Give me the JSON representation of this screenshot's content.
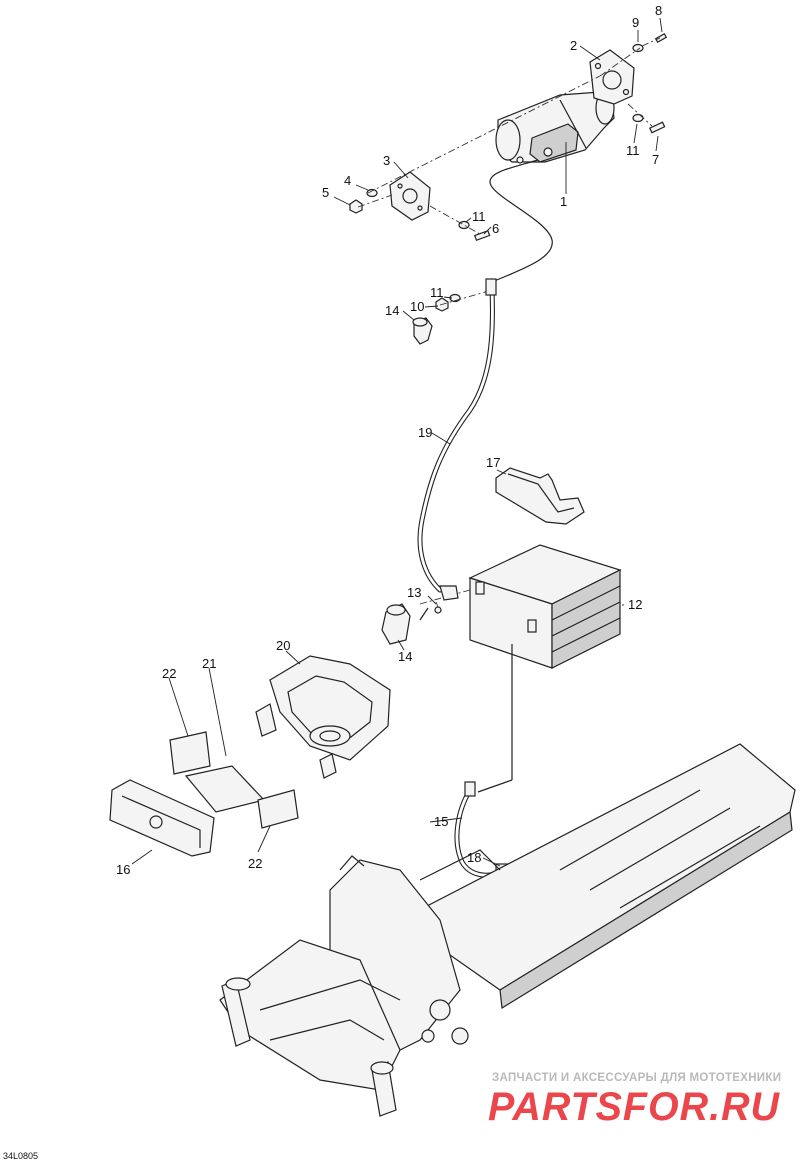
{
  "diagram": {
    "drawing_code": "34L0805",
    "callouts": [
      {
        "id": "c1",
        "label": "1"
      },
      {
        "id": "c2",
        "label": "2"
      },
      {
        "id": "c3",
        "label": "3"
      },
      {
        "id": "c4",
        "label": "4"
      },
      {
        "id": "c5",
        "label": "5"
      },
      {
        "id": "c6",
        "label": "6"
      },
      {
        "id": "c7",
        "label": "7"
      },
      {
        "id": "c8",
        "label": "8"
      },
      {
        "id": "c9",
        "label": "9"
      },
      {
        "id": "c10",
        "label": "10"
      },
      {
        "id": "c11a",
        "label": "11"
      },
      {
        "id": "c11b",
        "label": "11"
      },
      {
        "id": "c11c",
        "label": "11"
      },
      {
        "id": "c12",
        "label": "12"
      },
      {
        "id": "c13",
        "label": "13"
      },
      {
        "id": "c14a",
        "label": "14"
      },
      {
        "id": "c14b",
        "label": "14"
      },
      {
        "id": "c15",
        "label": "15"
      },
      {
        "id": "c16",
        "label": "16"
      },
      {
        "id": "c17",
        "label": "17"
      },
      {
        "id": "c18",
        "label": "18"
      },
      {
        "id": "c19",
        "label": "19"
      },
      {
        "id": "c20",
        "label": "20"
      },
      {
        "id": "c21",
        "label": "21"
      },
      {
        "id": "c22a",
        "label": "22"
      },
      {
        "id": "c22b",
        "label": "22"
      }
    ]
  },
  "watermark": {
    "tagline": "ЗАПЧАСТИ И АКСЕССУАРЫ ДЛЯ МОТОТЕХНИКИ",
    "logo_text": "PARTSFOR.RU",
    "logo_color": "#e6262b"
  }
}
